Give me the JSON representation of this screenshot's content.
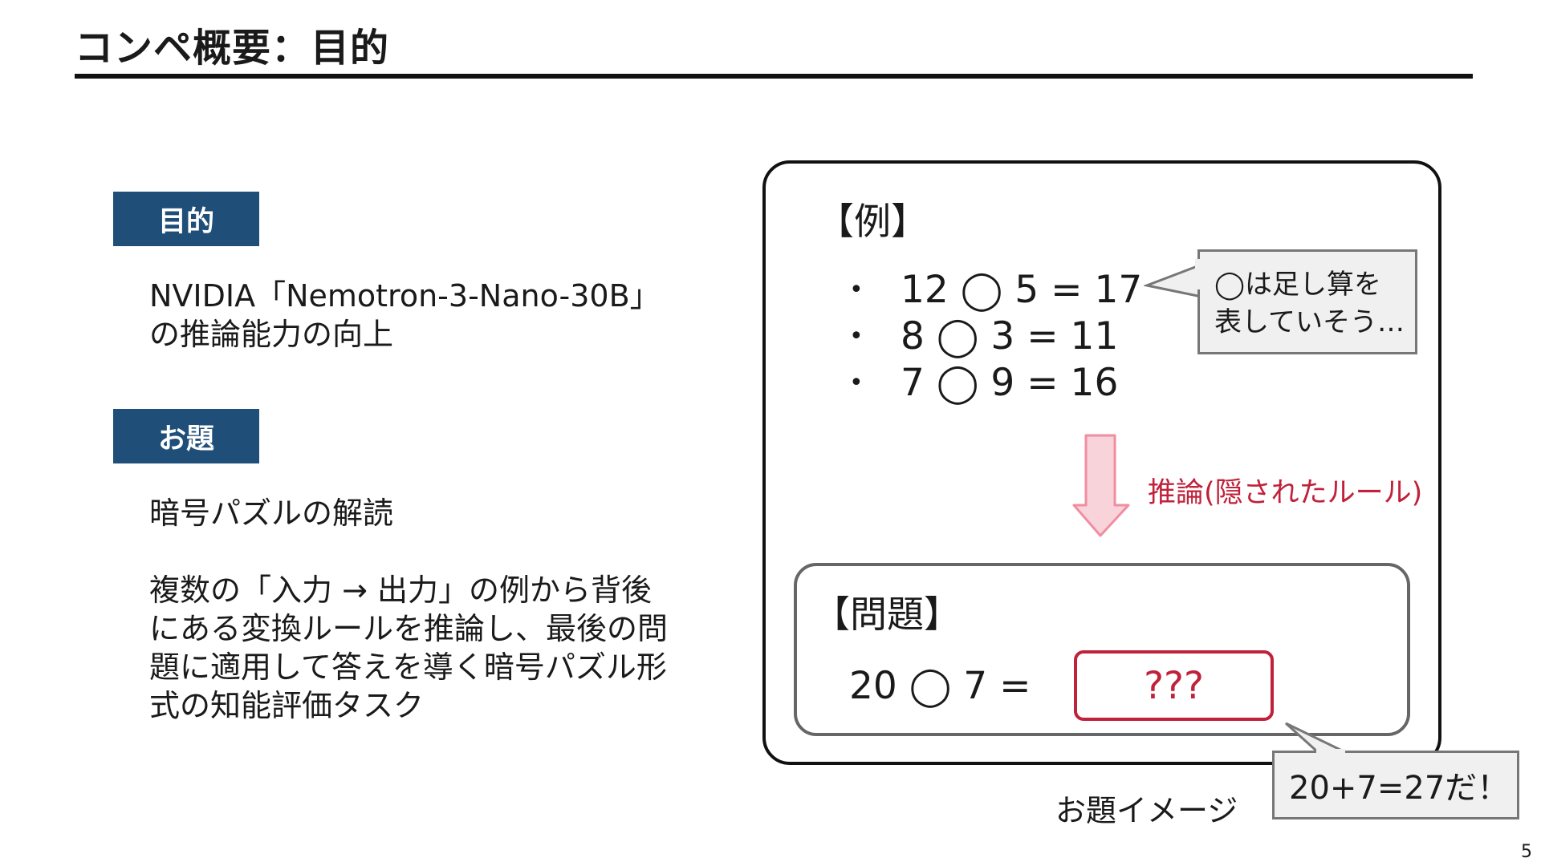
{
  "slide": {
    "title": "コンペ概要：目的",
    "page_number": "5"
  },
  "left": {
    "purpose": {
      "label": "目的",
      "lines": [
        "NVIDIA「Nemotron-3-Nano-30B」",
        "の推論能力の向上"
      ]
    },
    "topic": {
      "label": "お題",
      "summary": "暗号パズルの解読",
      "lines": [
        "複数の「入力 → 出力」の例から背後",
        "にある変換ルールを推論し、最後の問",
        "題に適用して答えを導く暗号パズル形",
        "式の知能評価タスク"
      ]
    }
  },
  "figure": {
    "example_title": "【例】",
    "bullet": "•",
    "examples": [
      "12 ◯ 5 = 17",
      "8 ◯ 3 = 11",
      "7 ◯ 9 = 16"
    ],
    "speech_lines": [
      "◯は足し算を",
      "表していそう…"
    ],
    "inference_label": "推論(隠されたルール)",
    "problem_title": "【問題】",
    "problem_equation": "20 ◯ 7 =",
    "answer_placeholder": "???",
    "answer_callout": "20+7=27だ！",
    "caption": "お題イメージ"
  },
  "colors": {
    "label_bg": "#1f4e79",
    "accent_red": "#c0213b",
    "arrow_fill": "#f9d3da",
    "arrow_stroke": "#f08ea0",
    "callout_bg": "#f0f0f0"
  }
}
